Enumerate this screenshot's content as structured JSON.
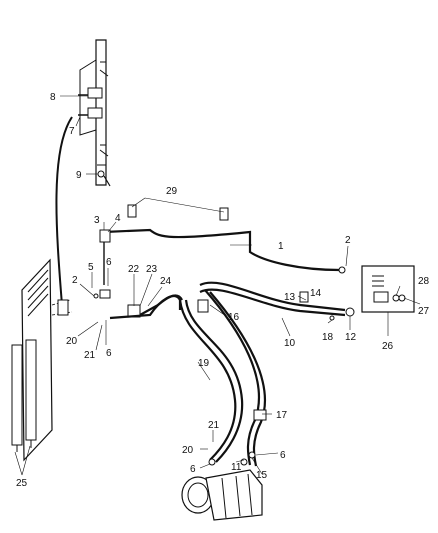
{
  "diagram": {
    "callouts": [
      "1",
      "2",
      "2",
      "3",
      "4",
      "5",
      "6",
      "6",
      "6",
      "6",
      "7",
      "8",
      "9",
      "10",
      "11",
      "12",
      "13",
      "14",
      "15",
      "16",
      "17",
      "18",
      "19",
      "20",
      "20",
      "21",
      "21",
      "22",
      "23",
      "24",
      "25",
      "26",
      "27",
      "28",
      "29"
    ]
  },
  "colors": {
    "ink": "#111111",
    "background": "#ffffff"
  }
}
